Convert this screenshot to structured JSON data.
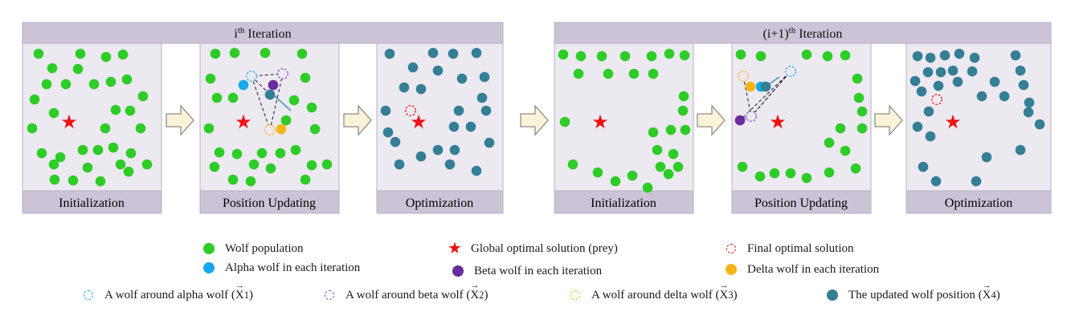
{
  "colors": {
    "wolf": "#2ECC27",
    "updated": "#347E96",
    "alpha": "#16A9EC",
    "beta": "#6A2B9E",
    "delta": "#F5B515",
    "prey": "#EE1111",
    "panel_bg": "#EDE9F1",
    "header_bg": "#CDC3D7",
    "arrow_fill": "#FBF3D7",
    "arrow_stroke": "#8C8C8C"
  },
  "iterations": [
    {
      "label_base": "i",
      "label_sup": "th",
      "label_rest": " Iteration"
    },
    {
      "label_base": "(i+1)",
      "label_sup": "th",
      "label_rest": " Iteration"
    }
  ],
  "panels": [
    {
      "label": "Initialization"
    },
    {
      "label": "Position Updating"
    },
    {
      "label": "Optimization"
    },
    {
      "label": "Initialization"
    },
    {
      "label": "Position Updating"
    },
    {
      "label": "Optimization"
    }
  ],
  "legend": {
    "wolf_population": "Wolf population",
    "global_optimal": "Global optimal solution (prey)",
    "final_optimal": "Final optimal solution",
    "alpha_wolf": "Alpha wolf in each iteration",
    "beta_wolf": "Beta wolf in each iteration",
    "delta_wolf": "Delta wolf in each iteration",
    "around_alpha": "A wolf around alpha wolf (",
    "around_beta": "A wolf around beta wolf (",
    "around_delta": "A wolf around delta wolf (",
    "updated_position": "The updated wolf position (",
    "vector_symbol": "X",
    "vector_arrow": "→",
    "close_paren": ")",
    "sub1": "1",
    "sub2": "2",
    "sub3": "3",
    "sub4": "4"
  }
}
